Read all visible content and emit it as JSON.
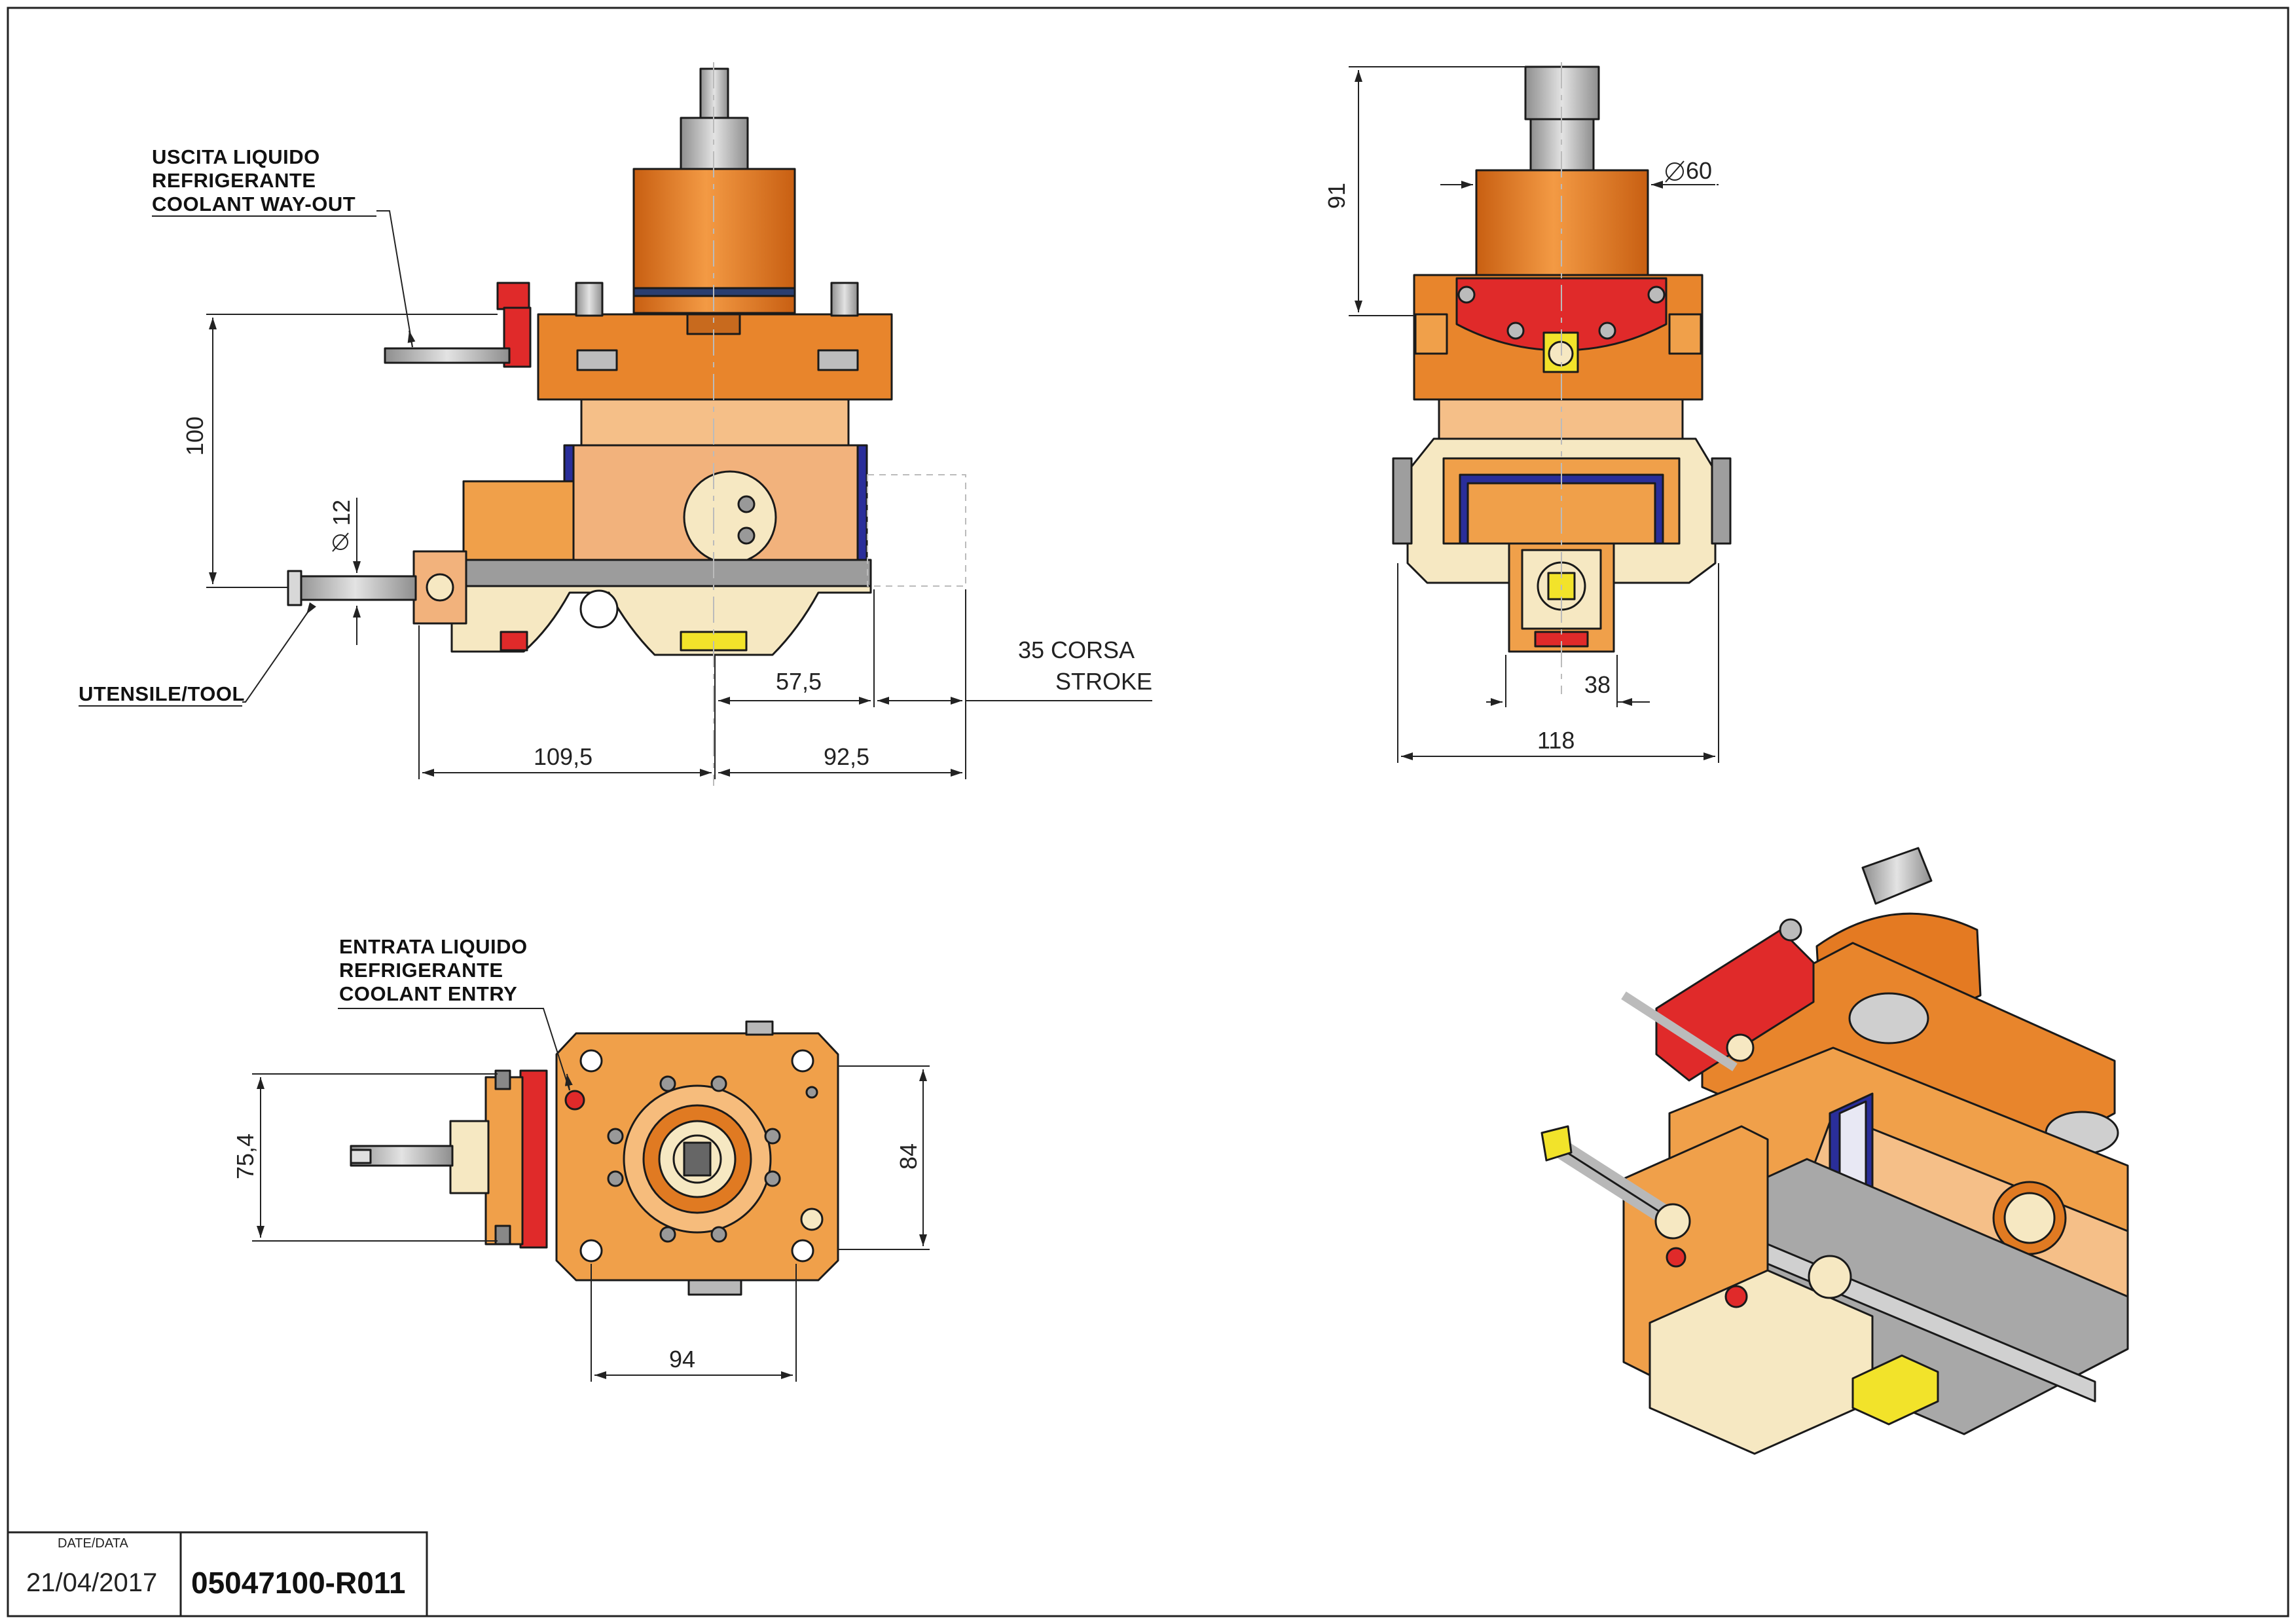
{
  "notes": {
    "coolant_out": "USCITA LIQUIDO\nREFRIGERANTE\nCOOLANT WAY-OUT",
    "tool": "UTENSILE/TOOL",
    "coolant_in": "ENTRATA LIQUIDO\nREFRIGERANTE\nCOOLANT ENTRY"
  },
  "dimensions": {
    "height_100": "100",
    "dia_12": "12",
    "width_109_5": "109,5",
    "width_92_5": "92,5",
    "width_57_5": "57,5",
    "stroke_line1": "35 CORSA",
    "stroke_line2": "STROKE",
    "height_91": "91",
    "dia_60": "60",
    "width_38": "38",
    "width_118": "118",
    "height_75_4": "75,4",
    "height_84": "84",
    "width_94": "94"
  },
  "title_block": {
    "date_label": "DATE/DATA",
    "date": "21/04/2017",
    "drawing_code": "05047100-R011"
  },
  "colors": {
    "body_orange": "#f0a04a",
    "motor_orange": "#e47a22",
    "light_orange": "#f5bf88",
    "red_part": "#e02a2a",
    "yellow_part": "#f2e32a",
    "blue_strip": "#2a2e9a",
    "steel_gray": "#b8b8b8",
    "cream": "#f6e8c2",
    "line": "#1a1a1a"
  }
}
